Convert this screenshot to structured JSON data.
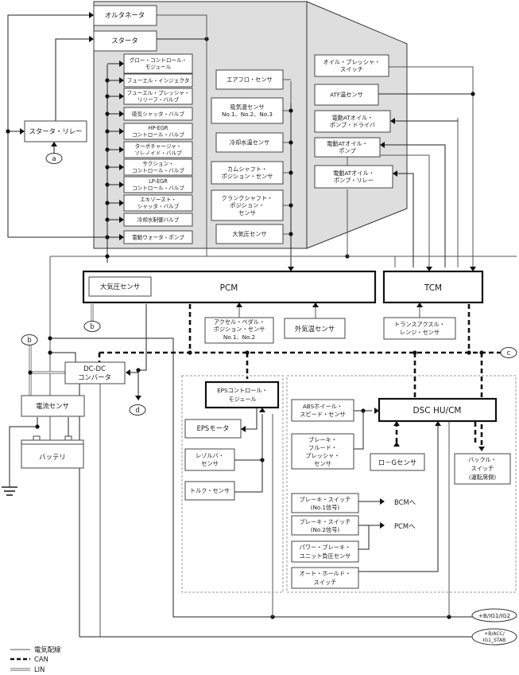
{
  "diagram": {
    "engine_group": {
      "outputs_top": [
        {
          "id": "alternator",
          "label": [
            "オルタネータ"
          ]
        },
        {
          "id": "starter",
          "label": [
            "スタータ"
          ]
        }
      ],
      "actuators": [
        {
          "id": "glow-control-module",
          "label": [
            "グロー・コントロール・",
            "モジュール"
          ]
        },
        {
          "id": "fuel-injector",
          "label": [
            "フューエル・インジェクタ"
          ]
        },
        {
          "id": "fuel-pressure-relief-valve",
          "label": [
            "フューエル・プレッシャ・",
            "リリーフ・バルブ"
          ]
        },
        {
          "id": "intake-shutter-valve",
          "label": [
            "吸気シャッタ・バルブ"
          ]
        },
        {
          "id": "hp-egr-control-valve",
          "label": [
            "HP-EGR",
            "コントロール・バルブ"
          ]
        },
        {
          "id": "turbo-solenoid-valve",
          "label": [
            "ターボチャージャ・",
            "ソレノイド・バルブ"
          ]
        },
        {
          "id": "suction-control-valve",
          "label": [
            "サクション・",
            "コントロール・バルブ"
          ]
        },
        {
          "id": "lp-egr-control-valve",
          "label": [
            "LP-EGR",
            "コントロール・バルブ"
          ]
        },
        {
          "id": "exhaust-shutter-valve",
          "label": [
            "エキゾースト・",
            "シャッタ・バルブ"
          ]
        },
        {
          "id": "coolant-control-valve",
          "label": [
            "冷却水制御バルブ"
          ]
        },
        {
          "id": "electric-water-pump",
          "label": [
            "電動ウォータ・ポンプ"
          ]
        }
      ],
      "sensors": [
        {
          "id": "airflow-sensor",
          "label": [
            "エアフロ・センサ"
          ]
        },
        {
          "id": "intake-temp-sensor",
          "label": [
            "吸気温センサ",
            "No.1、No.2、No.3"
          ]
        },
        {
          "id": "coolant-temp-sensor",
          "label": [
            "冷却水温センサ"
          ]
        },
        {
          "id": "camshaft-position-sensor",
          "label": [
            "カムシャフト・",
            "ポジション・センサ"
          ]
        },
        {
          "id": "crankshaft-position-sensor",
          "label": [
            "クランクシャフト・",
            "ポジション・",
            "センサ"
          ]
        },
        {
          "id": "barometric-sensor",
          "label": [
            "大気圧センサ"
          ]
        }
      ]
    },
    "transmission_group": [
      {
        "id": "oil-pressure-switch",
        "label": [
          "オイル・プレッシャ・",
          "スイッチ"
        ]
      },
      {
        "id": "atf-temp-sensor",
        "label": [
          "ATF温センサ"
        ]
      },
      {
        "id": "electric-at-oil-pump-driver",
        "label": [
          "電動ATオイル・",
          "ポンプ・ドライバ"
        ]
      },
      {
        "id": "electric-at-oil-pump",
        "label": [
          "電動ATオイル・",
          "ポンプ"
        ]
      },
      {
        "id": "electric-at-oil-pump-relay",
        "label": [
          "電動ATオイル・",
          "ポンプ・リレー"
        ]
      }
    ],
    "starter_relay": {
      "label": [
        "スタータ・リレー"
      ]
    },
    "pcm": {
      "label": "PCM",
      "internal_sensor": "大気圧センサ"
    },
    "tcm": {
      "label": "TCM"
    },
    "pcm_inputs": [
      {
        "id": "accel-pedal-position-sensor",
        "label": [
          "アクセル・ペダル・",
          "ポジション・センサ",
          "No.1、No.2"
        ]
      },
      {
        "id": "ambient-temp-sensor",
        "label": [
          "外気温センサ"
        ]
      }
    ],
    "tcm_inputs": [
      {
        "id": "transaxle-range-sensor",
        "label": [
          "トランスアクスル・",
          "レンジ・センサ"
        ]
      }
    ],
    "power": {
      "dcdc": {
        "label": [
          "DC-DC",
          "コンバータ"
        ]
      },
      "current_sensor": {
        "label": [
          "電流センサ"
        ]
      },
      "battery": {
        "label": [
          "バッテリ"
        ]
      }
    },
    "eps": {
      "module": {
        "label": [
          "EPSコントロール・",
          "モジュール"
        ]
      },
      "motor": {
        "label": [
          "EPSモータ"
        ]
      },
      "resolver": {
        "label": [
          "レゾルバ・",
          "センサ"
        ]
      },
      "torque": {
        "label": [
          "トルク・センサ"
        ]
      }
    },
    "dsc": {
      "module": {
        "label": "DSC HU/CM"
      },
      "abs_wheel_speed": {
        "label": [
          "ABSホイール・",
          "スピード・センサ"
        ]
      },
      "brake_fluid_pressure": {
        "label": [
          "ブレーキ・",
          "フルード・",
          "プレッシャ・",
          "センサ"
        ]
      },
      "low_g": {
        "label": [
          "ロ－Gセンサ"
        ]
      },
      "buckle_switch": {
        "label": [
          "バックル・",
          "スイッチ",
          "(運転席側)"
        ]
      },
      "brake_switch_1": {
        "label": [
          "ブレーキ・スイッチ",
          "(No.1信号)"
        ]
      },
      "brake_switch_2": {
        "label": [
          "ブレーキ・スイッチ",
          "(No.2信号)"
        ]
      },
      "power_brake_sensor": {
        "label": [
          "パワー・ブレーキ・",
          "ユニット負圧センサ"
        ]
      },
      "auto_hold_switch": {
        "label": [
          "オート・ホールド・",
          "スイッチ"
        ]
      },
      "to_bcm": "BCMへ",
      "to_pcm": "PCMへ"
    },
    "connectors": {
      "a": "a",
      "b": "b",
      "c": "c",
      "d": "d",
      "power_1": "+B/IG1/IG2",
      "power_2": [
        "+B/ACC/",
        "IG1_STAB"
      ]
    },
    "legend": [
      {
        "type": "electric",
        "label": "電気配線"
      },
      {
        "type": "can",
        "label": "CAN"
      },
      {
        "type": "lin",
        "label": "LIN"
      }
    ]
  }
}
